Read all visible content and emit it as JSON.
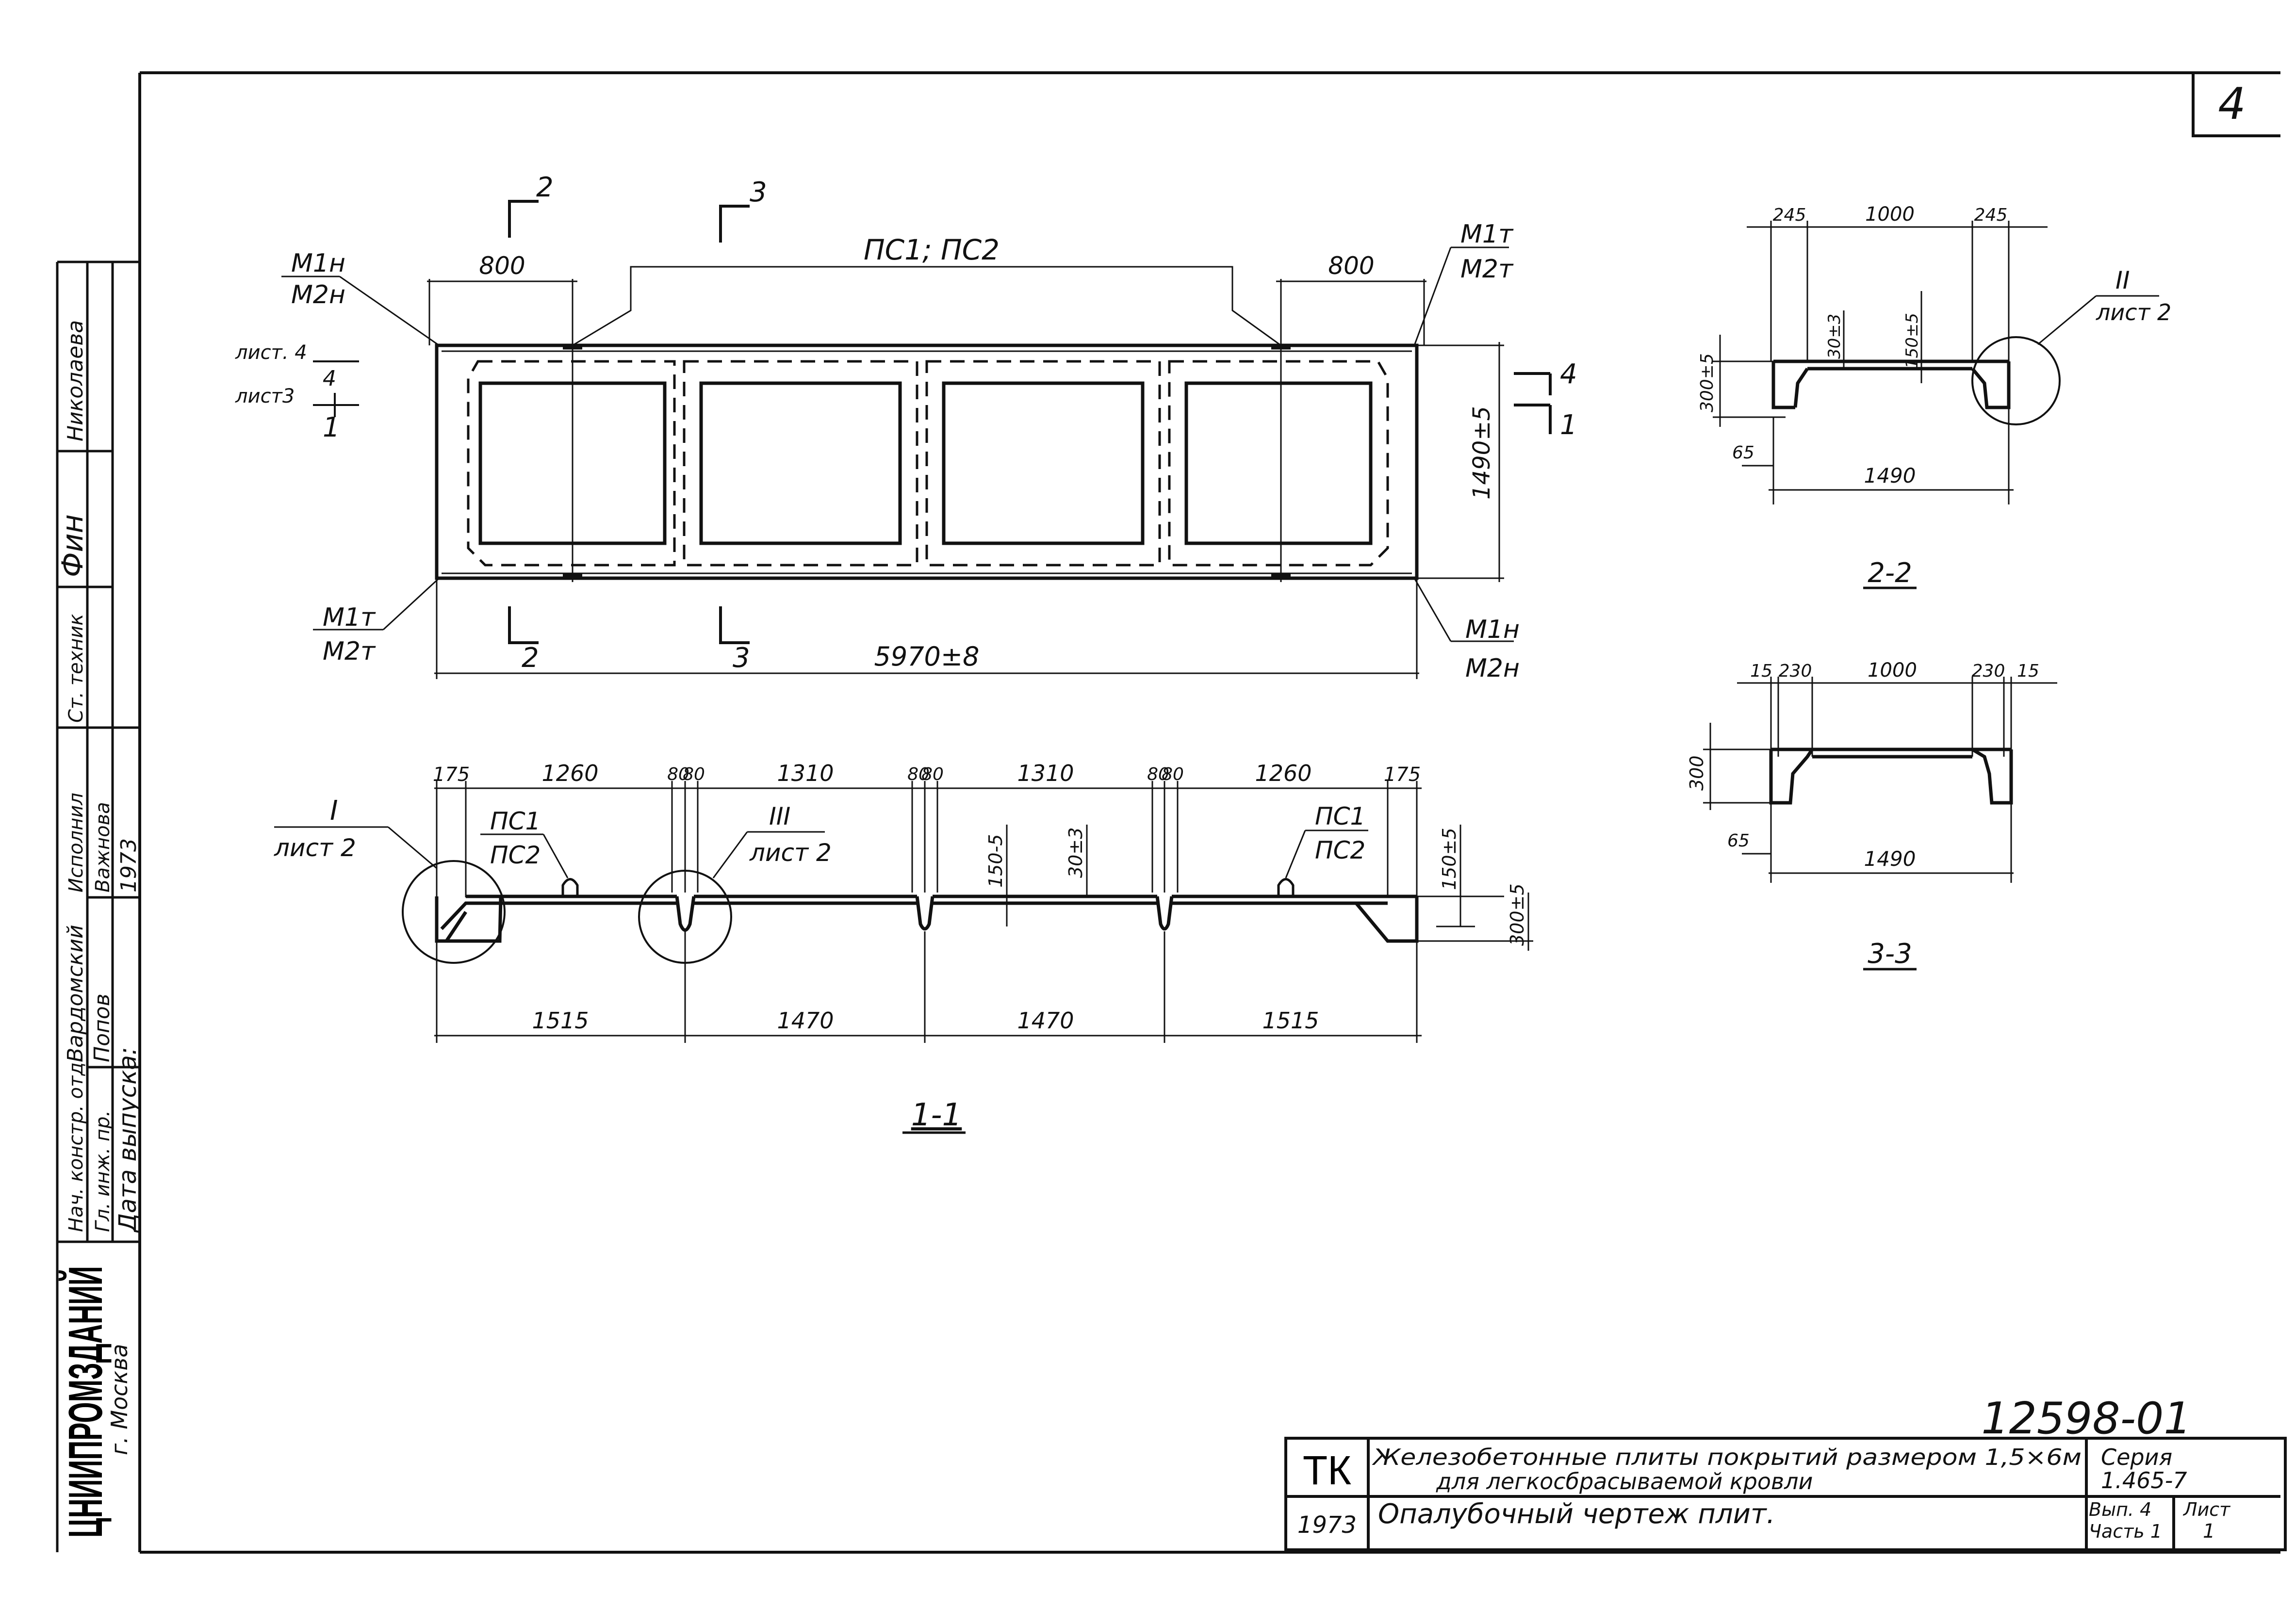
{
  "sheet_number": "4",
  "drawing_code": "12598-01",
  "side_stamp": {
    "org_name": "ЦНИИПРОМЗДАНИЙ",
    "city": "г. Москва",
    "date_label": "Дата выпуска:",
    "year": "1973",
    "rows": [
      {
        "role": "Нач. констр. отд.",
        "name": "Вардомский"
      },
      {
        "role": "Гл. инж. пр.",
        "name": "Попов"
      },
      {
        "role": "Исполнил",
        "name": "Важнова"
      },
      {
        "role": "Ст. техник",
        "name": "Николаева"
      }
    ]
  },
  "title_block": {
    "tk": "ТК",
    "year": "1973",
    "title_line1": "Железобетонные плиты покрытий размером 1,5×6м",
    "title_line2": "для легкосбрасываемой кровли",
    "sheet_title": "Опалубочный чертеж плит.",
    "series_label": "Серия",
    "series_value": "1.465-7",
    "issue_label": "Вып. 4",
    "part_label": "Часть 1",
    "list_label": "Лист",
    "list_value": "1"
  },
  "plan_view": {
    "marks_top": "ПС1; ПС2",
    "left_top_label_1": "М1н",
    "left_top_label_2": "М2н",
    "right_top_label_1": "М1т",
    "right_top_label_2": "М2т",
    "left_bottom_label_1": "М1т",
    "left_bottom_label_2": "М2т",
    "right_bottom_label_1": "М1н",
    "right_bottom_label_2": "М2н",
    "dim_left_800": "800",
    "dim_right_800": "800",
    "dim_length": "5970±8",
    "dim_width": "1490±5",
    "section_2": "2",
    "section_3": "3",
    "section_4": "4",
    "section_1": "1",
    "ref_list4": "лист. 4",
    "ref_list3": "лист3"
  },
  "section_1_1": {
    "label": "1-1",
    "top_dims": [
      "175",
      "1260",
      "80",
      "80",
      "1310",
      "80",
      "80",
      "1310",
      "80",
      "80",
      "1260",
      "175"
    ],
    "bottom_dims": [
      "1515",
      "1470",
      "1470",
      "1515"
    ],
    "callout_I": "I",
    "callout_I_ref": "лист 2",
    "callout_III": "III",
    "callout_III_ref": "лист 2",
    "marks_left_1": "ПС1",
    "marks_left_2": "ПС2",
    "marks_right_1": "ПС1",
    "marks_right_2": "ПС2",
    "dim_rib": "150-5",
    "dim_shelf": "30±3",
    "dim_h150": "150±5",
    "dim_h300": "300±5"
  },
  "section_2_2": {
    "label": "2-2",
    "top_dims": [
      "245",
      "1000",
      "245"
    ],
    "bottom_dim": "1490",
    "h300": "300±5",
    "h65": "65",
    "d30": "30±3",
    "d150": "150±5",
    "callout_II": "II",
    "callout_II_ref": "лист 2"
  },
  "section_3_3": {
    "label": "3-3",
    "top_dims": [
      "15",
      "230",
      "1000",
      "230",
      "15"
    ],
    "bottom_dim": "1490",
    "h300": "300",
    "h65": "65"
  }
}
